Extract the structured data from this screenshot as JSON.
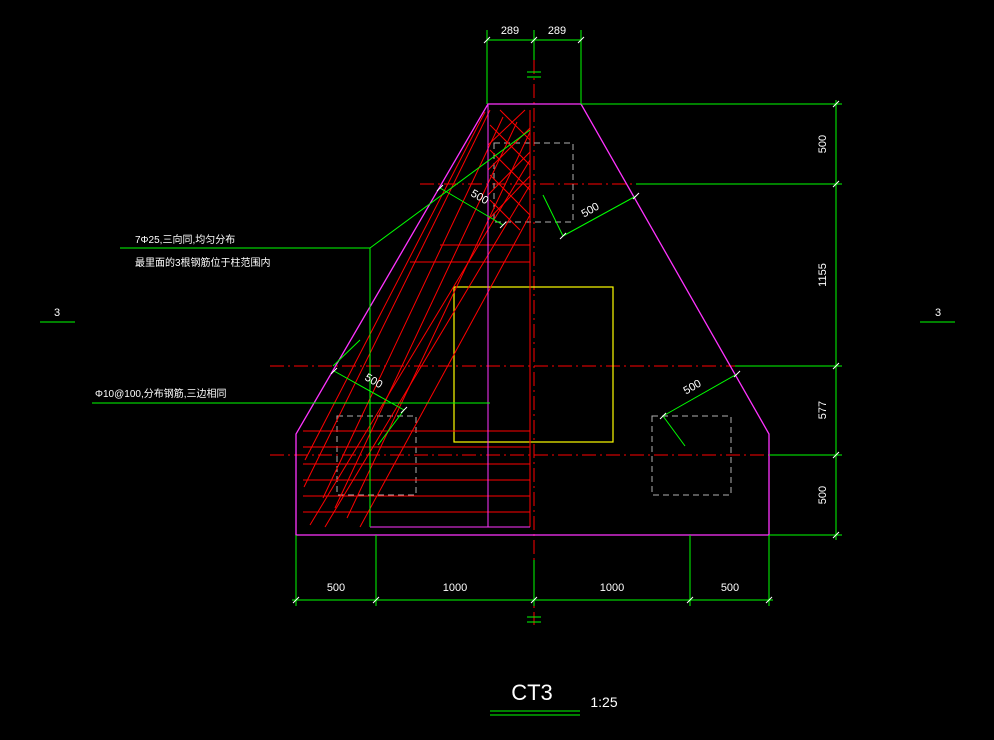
{
  "colors": {
    "background": "#000000",
    "outline": "#ff33ff",
    "dimension": "#00ff00",
    "centerline": "#ff0000",
    "rebar": "#ff0000",
    "column": "#ffff00",
    "pile": "#b0b0b0",
    "text": "#ffffff"
  },
  "dimensions": {
    "top_left": "289",
    "top_right": "289",
    "right_1": "500",
    "right_2": "1155",
    "right_3": "577",
    "right_4": "500",
    "bottom_1": "500",
    "bottom_2": "1000",
    "bottom_3": "1000",
    "bottom_4": "500",
    "diag_1": "500",
    "diag_2": "500",
    "diag_3": "500",
    "diag_4": "500"
  },
  "section_marks": {
    "left": "3",
    "right": "3"
  },
  "notes": {
    "main_rebar_line1": "7Φ25,三向同,均匀分布",
    "main_rebar_line2": "最里面的3根钢筋位于柱范围内",
    "dist_rebar": "Φ10@100,分布钢筋,三边相同"
  },
  "title": {
    "name": "CT3",
    "scale": "1:25"
  }
}
